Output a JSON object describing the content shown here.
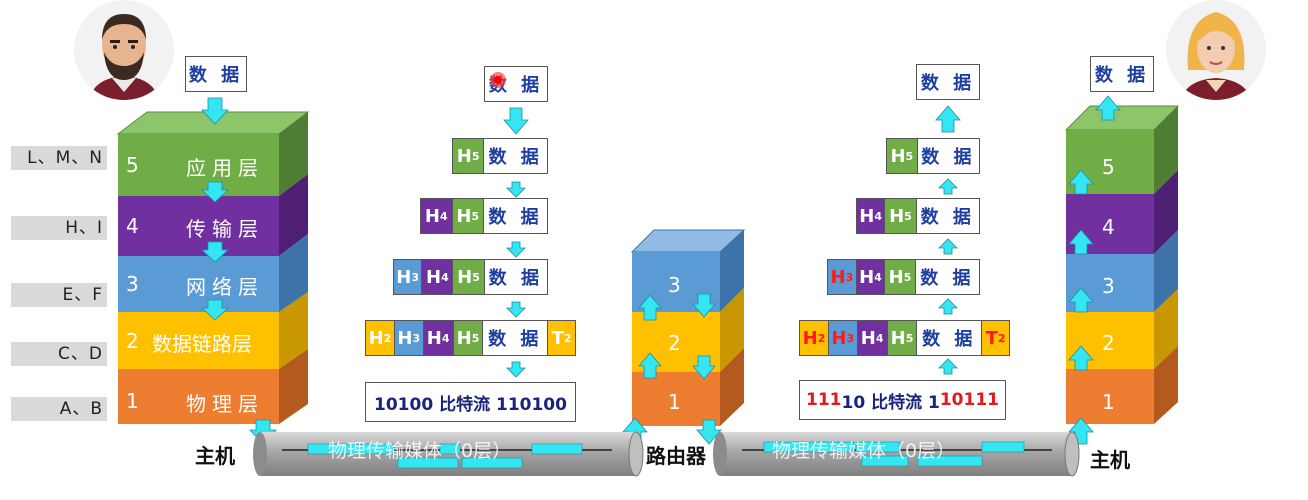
{
  "side_labels": [
    "L、M、N",
    "H、I",
    "E、F",
    "C、D",
    "A、B"
  ],
  "left_stack": {
    "data_box": "数 据",
    "layers": [
      {
        "num": "5",
        "name": "应用层",
        "color": "#70ad47"
      },
      {
        "num": "4",
        "name": "传输层",
        "color": "#7030a0"
      },
      {
        "num": "3",
        "name": "网络层",
        "color": "#5b9bd5"
      },
      {
        "num": "2",
        "name": "数据链路层",
        "color": "#ffc000"
      },
      {
        "num": "1",
        "name": "物理层",
        "color": "#ed7d31"
      }
    ],
    "host_label": "主机"
  },
  "encap": {
    "top": "数 据",
    "h5": "H5",
    "h4": "H4",
    "h3": "H3",
    "h2": "H2",
    "t2": "T2",
    "data": "数 据",
    "bits": "10100 比特流 110100"
  },
  "router": {
    "layers": [
      "3",
      "2",
      "1"
    ],
    "label": "路由器"
  },
  "decap": {
    "top": "数 据",
    "data": "数 据",
    "bits_red": "111",
    "bits_rest": "10 比特流 1",
    "bits_red2": "10111"
  },
  "right_stack": {
    "data_box": "数 据",
    "layers": [
      "5",
      "4",
      "3",
      "2",
      "1"
    ],
    "host_label": "主机"
  },
  "medium": {
    "left_text": "物理传输媒体（0层）",
    "right_text": "物理传输媒体（0层）"
  },
  "colors": {
    "app": "#70ad47",
    "transport": "#7030a0",
    "network": "#5b9bd5",
    "link": "#ffc000",
    "physical": "#ed7d31",
    "arrow": "#33e6f2"
  }
}
